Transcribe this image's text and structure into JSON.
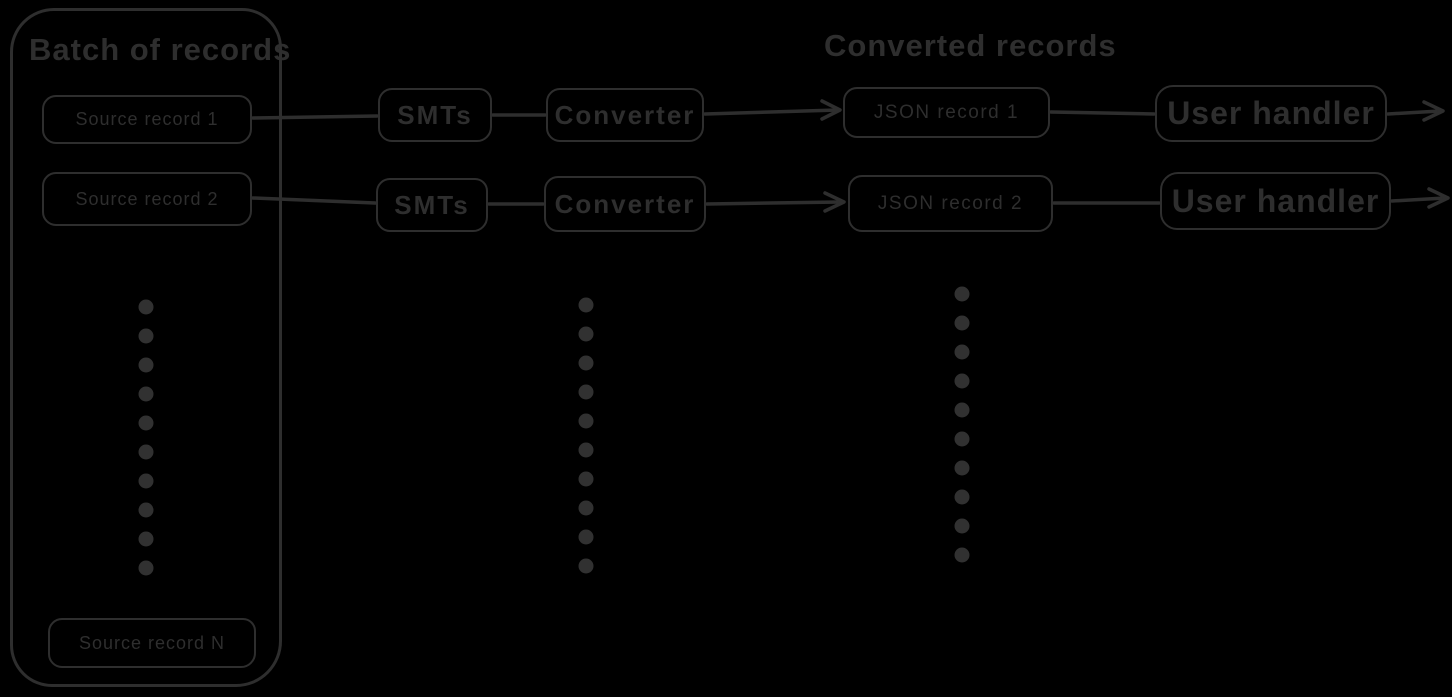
{
  "colors": {
    "background": "#000000",
    "ink": "#2e2e2e",
    "dot": "#313131"
  },
  "batch": {
    "title": "Batch of records",
    "records": [
      {
        "label": "Source record 1"
      },
      {
        "label": "Source record 2"
      },
      {
        "label": "Source record N"
      }
    ]
  },
  "converted": {
    "title": "Converted records"
  },
  "rows": [
    {
      "smt": "SMTs",
      "converter": "Converter",
      "json_record": "JSON record 1",
      "handler": "User handler"
    },
    {
      "smt": "SMTs",
      "converter": "Converter",
      "json_record": "JSON record 2",
      "handler": "User handler"
    }
  ],
  "ellipsis": {
    "columns": 3,
    "dots_per_column": 10
  }
}
